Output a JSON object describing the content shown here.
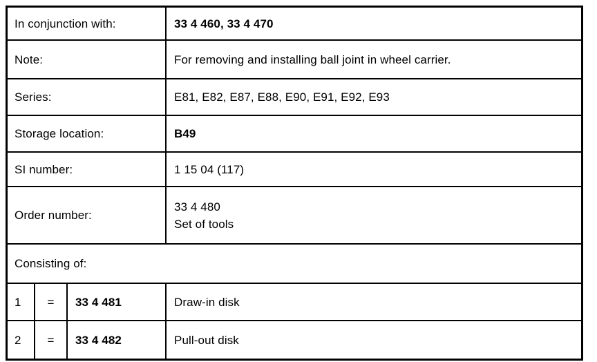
{
  "document": {
    "type": "special-tool-data-table",
    "background_color": "#ffffff",
    "ink_color": "#000000"
  },
  "table": {
    "rows": [
      {
        "kind": "label-value",
        "label": "In conjunction with:",
        "value": "33 4 460, 33 4 470"
      },
      {
        "kind": "label-value",
        "label": "Note:",
        "value": "For removing and installing ball joint in wheel carrier."
      },
      {
        "kind": "label-value",
        "label": "Series:",
        "value": "E81, E82, E87, E88, E90, E91, E92, E93"
      },
      {
        "kind": "label-value",
        "label": "Storage location:",
        "value": "B49"
      },
      {
        "kind": "label-value",
        "label": "SI number:",
        "value": "1 15 04 (117)"
      },
      {
        "kind": "label-value",
        "label": "Order number:",
        "value": "33 4 480\nSet of tools"
      },
      {
        "kind": "section-heading",
        "label": "Consisting of:"
      }
    ],
    "parts": {
      "columns": [
        "index",
        "equals",
        "part_number",
        "description"
      ],
      "items": [
        {
          "index": "1",
          "equals": "=",
          "part_number": "33 4 481",
          "description": "Draw-in disk"
        },
        {
          "index": "2",
          "equals": "=",
          "part_number": "33 4 482",
          "description": "Pull-out disk"
        }
      ]
    }
  }
}
